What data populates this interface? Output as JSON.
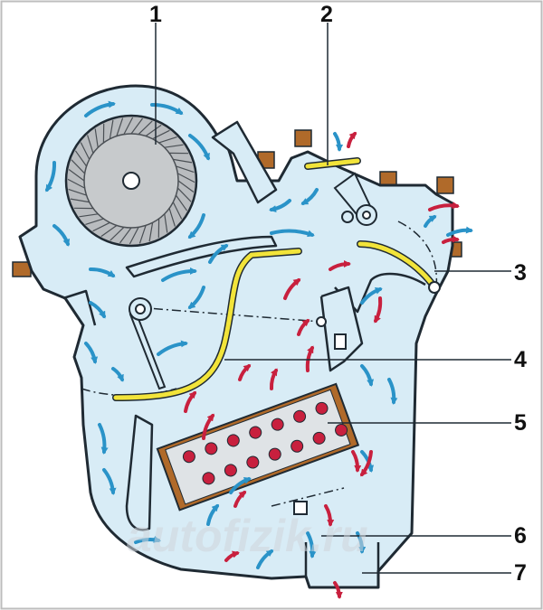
{
  "diagram": {
    "callouts": [
      "1",
      "2",
      "3",
      "4",
      "5",
      "6",
      "7"
    ],
    "watermark": "autofizik.ru"
  },
  "colors": {
    "background": "#ffffff",
    "housing_fill": "#d8ecf6",
    "housing_stroke": "#1f2a33",
    "cold_air_arrow": "#2a93c8",
    "warm_air_arrow": "#c8203e",
    "flap": "#f2e43a",
    "radiator_tube": "#c8203e",
    "radiator_frame": "#b06a2a",
    "fan": "#b9bcbf",
    "mount_tab": "#b06a2a"
  }
}
